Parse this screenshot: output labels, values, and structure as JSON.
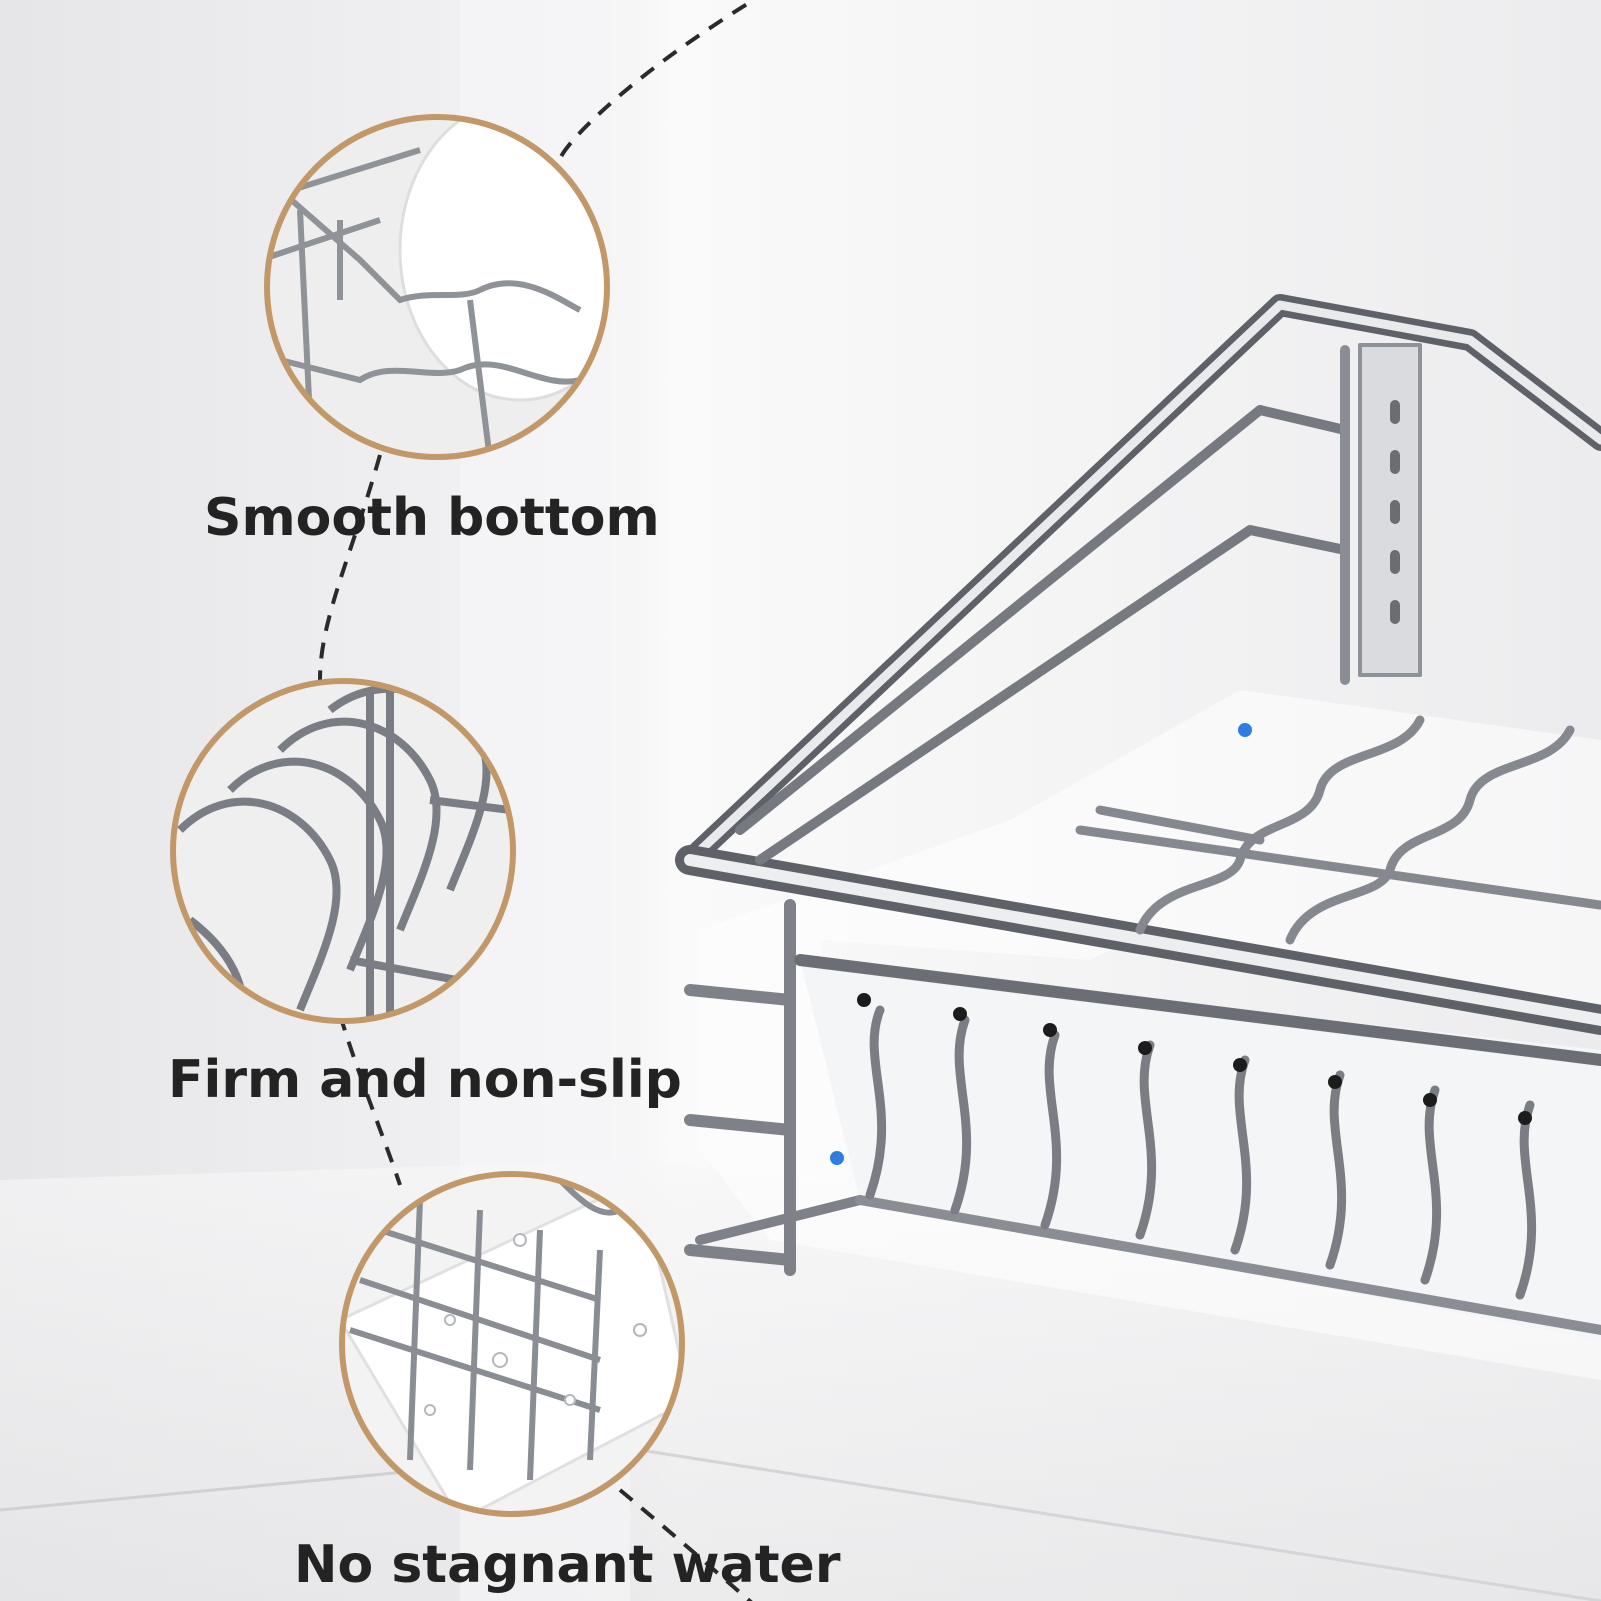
{
  "features": [
    {
      "label": "Smooth bottom"
    },
    {
      "label": "Firm and non-slip"
    },
    {
      "label": "No stagnant water"
    }
  ],
  "colors": {
    "ring": "#c29868",
    "dashed_line": "#2a2a2a",
    "label_text": "#232323",
    "chrome": "#b9bcc2",
    "background": "#f2f2f3"
  },
  "icons": [
    "zoom-circle-smooth-bottom",
    "zoom-circle-firm-non-slip",
    "zoom-circle-drain-tray"
  ]
}
